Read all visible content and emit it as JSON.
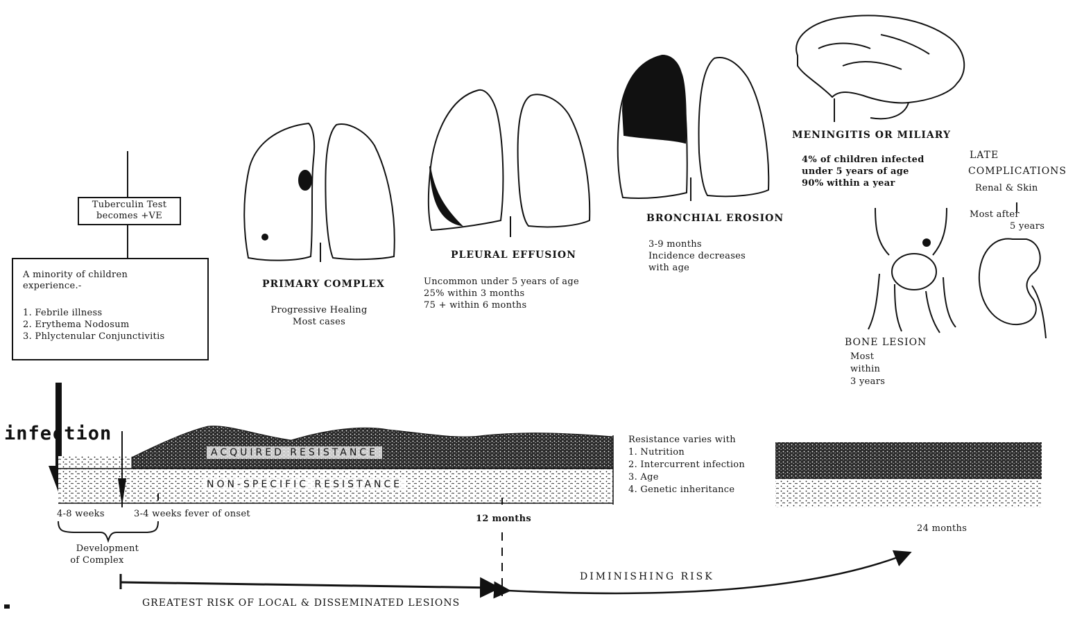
{
  "infection_label": "infection",
  "tuberculin_box": {
    "line1": "Tuberculin Test",
    "line2": "becomes +VE"
  },
  "minority_box": {
    "intro1": "A minority of children",
    "intro2": "experience.-",
    "items": [
      "1.   Febrile illness",
      "2.   Erythema Nodosum",
      "3.   Phlyctenular Conjunctivitis"
    ]
  },
  "primary_complex": {
    "title": "PRIMARY COMPLEX",
    "line1": "Progressive Healing",
    "line2": "Most cases"
  },
  "pleural_effusion": {
    "title": "PLEURAL EFFUSION",
    "line1": "Uncommon under 5 years of age",
    "line2": "25% within 3 months",
    "line3": "75 + within 6 months"
  },
  "bronchial_erosion": {
    "title": "BRONCHIAL EROSION",
    "line1": "3-9 months",
    "line2": "Incidence decreases",
    "line3": "with age"
  },
  "meningitis": {
    "title": "MENINGITIS OR MILIARY",
    "line1": "4% of children infected",
    "line2": "under 5 years of age",
    "line3": "90% within a year"
  },
  "late_complications": {
    "line1": "LATE",
    "line2": "COMPLICATIONS",
    "line3": "Renal  &  Skin",
    "line4": "Most  after",
    "line5": "5 years"
  },
  "bone_lesion": {
    "title": "BONE LESION",
    "line1": "Most",
    "line2": "within",
    "line3": "3 years"
  },
  "bands": {
    "acquired": "ACQUIRED RESISTANCE",
    "nonspecific": "NON-SPECIFIC RESISTANCE"
  },
  "resistance_varies": {
    "intro": "Resistance varies with",
    "items": [
      "1.   Nutrition",
      "2.   Intercurrent infection",
      "3.   Age",
      "4.   Genetic inheritance"
    ]
  },
  "timeline": {
    "t1": "4-8 weeks",
    "t2": "3-4 weeks fever of onset",
    "t3": "12 months",
    "t4": "24 months",
    "dev1": "Development",
    "dev2": "of Complex"
  },
  "risk": {
    "diminishing": "DIMINISHING RISK",
    "greatest": "GREATEST RISK OF LOCAL & DISSEMINATED LESIONS"
  },
  "colors": {
    "ink": "#111111",
    "paper": "#ffffff"
  }
}
